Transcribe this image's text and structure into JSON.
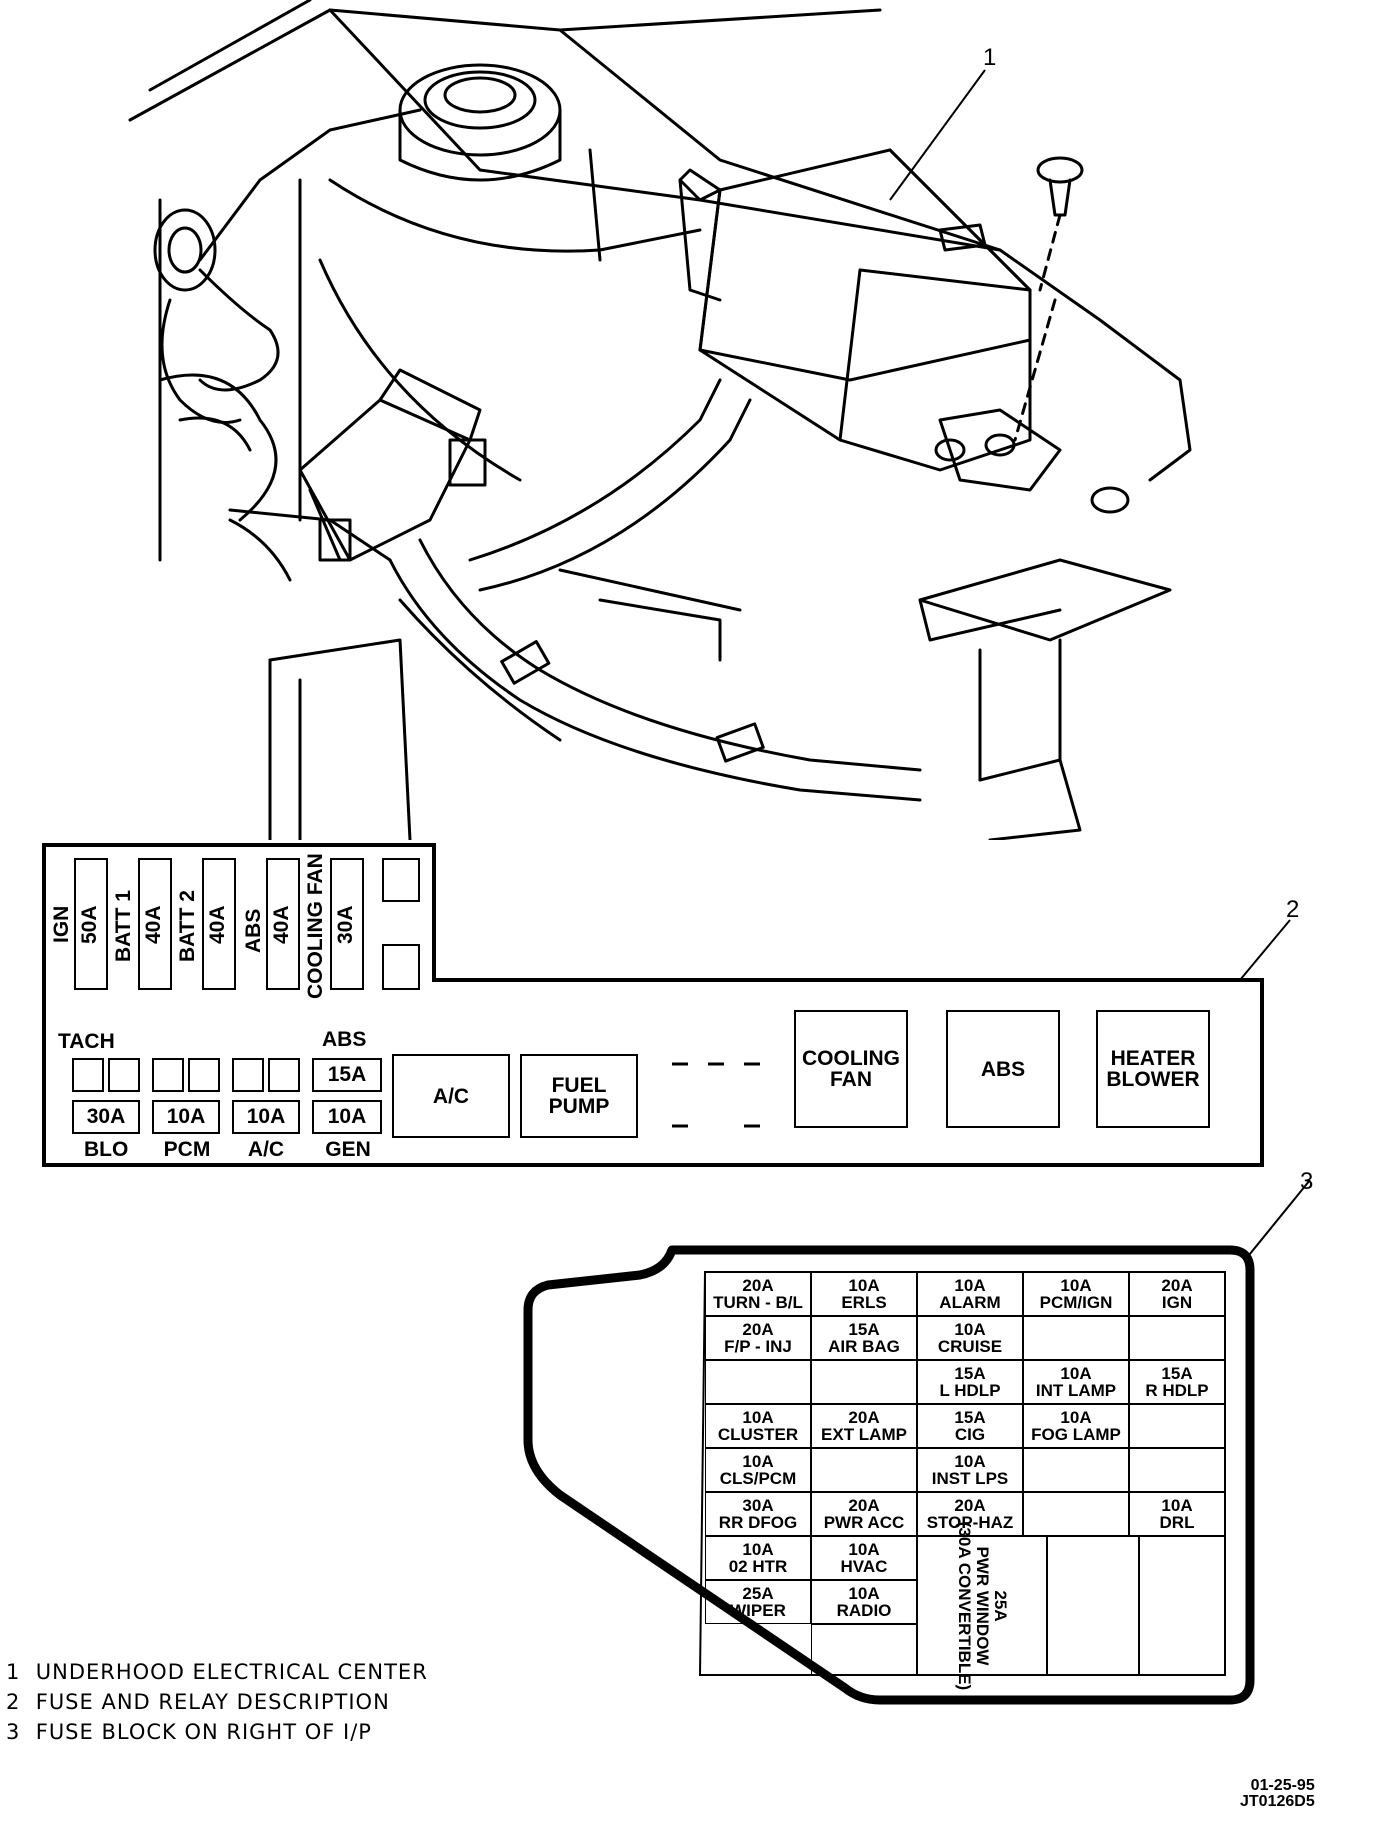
{
  "callouts": [
    "1",
    "2",
    "3"
  ],
  "legend": [
    {
      "num": "1",
      "text": "UNDERHOOD ELECTRICAL CENTER"
    },
    {
      "num": "2",
      "text": "FUSE AND RELAY DESCRIPTION"
    },
    {
      "num": "3",
      "text": "FUSE BLOCK ON RIGHT OF I/P"
    }
  ],
  "code": {
    "date": "01-25-95",
    "id": "JT0126D5"
  },
  "underhood": {
    "maxi_fuses": [
      {
        "name": "IGN",
        "rating": "50A"
      },
      {
        "name": "BATT 1",
        "rating": "40A"
      },
      {
        "name": "BATT 2",
        "rating": "40A"
      },
      {
        "name": "ABS",
        "rating": "40A"
      },
      {
        "name": "COOLING FAN",
        "rating": "30A"
      }
    ],
    "mini_fuses": [
      {
        "rating": "30A",
        "name": "BLO"
      },
      {
        "rating": "10A",
        "name": "PCM"
      },
      {
        "rating": "10A",
        "name": "A/C"
      },
      {
        "rating": "10A",
        "name": "GEN"
      }
    ],
    "tach_label": "TACH",
    "abs_label": "ABS",
    "abs_fuse": "15A",
    "relays": [
      "A/C",
      "FUEL PUMP",
      "COOLING FAN",
      "ABS",
      "HEATER BLOWER"
    ]
  },
  "ip_fuse_block": {
    "rows": [
      [
        {
          "rating": "20A",
          "name": "TURN - B/L"
        },
        {
          "rating": "10A",
          "name": "ERLS"
        },
        {
          "rating": "10A",
          "name": "ALARM"
        },
        {
          "rating": "10A",
          "name": "PCM/IGN"
        },
        {
          "rating": "20A",
          "name": "IGN"
        }
      ],
      [
        {
          "rating": "20A",
          "name": "F/P - INJ"
        },
        {
          "rating": "15A",
          "name": "AIR BAG"
        },
        {
          "rating": "10A",
          "name": "CRUISE"
        },
        {
          "rating": "",
          "name": ""
        },
        {
          "rating": "",
          "name": ""
        }
      ],
      [
        {
          "rating": "",
          "name": ""
        },
        {
          "rating": "",
          "name": ""
        },
        {
          "rating": "15A",
          "name": "L HDLP"
        },
        {
          "rating": "10A",
          "name": "INT LAMP"
        },
        {
          "rating": "15A",
          "name": "R HDLP"
        }
      ],
      [
        {
          "rating": "10A",
          "name": "CLUSTER"
        },
        {
          "rating": "20A",
          "name": "EXT LAMP"
        },
        {
          "rating": "15A",
          "name": "CIG"
        },
        {
          "rating": "10A",
          "name": "FOG LAMP"
        },
        {
          "rating": "",
          "name": ""
        }
      ],
      [
        {
          "rating": "10A",
          "name": "CLS/PCM"
        },
        {
          "rating": "",
          "name": ""
        },
        {
          "rating": "10A",
          "name": "INST LPS"
        },
        {
          "rating": "",
          "name": ""
        },
        {
          "rating": "",
          "name": ""
        }
      ],
      [
        {
          "rating": "30A",
          "name": "RR DFOG"
        },
        {
          "rating": "20A",
          "name": "PWR ACC"
        },
        {
          "rating": "20A",
          "name": "STOP-HAZ"
        },
        {
          "rating": "",
          "name": ""
        },
        {
          "rating": "10A",
          "name": "DRL"
        }
      ]
    ],
    "lower_left": [
      {
        "rating": "10A",
        "name": "02 HTR"
      },
      {
        "rating": "25A",
        "name": "WIPER"
      }
    ],
    "lower_mid": [
      {
        "rating": "10A",
        "name": "HVAC"
      },
      {
        "rating": "10A",
        "name": "RADIO"
      }
    ],
    "pwr_window": {
      "rating": "25A",
      "name": "PWR WINDOW",
      "note": "(30A CONVERTIBLE)"
    }
  }
}
